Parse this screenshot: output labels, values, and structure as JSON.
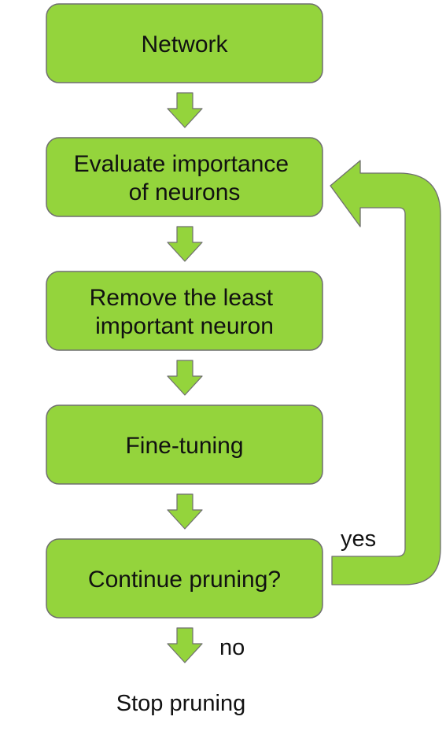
{
  "diagram": {
    "colors": {
      "box_fill": "#94d43c",
      "outline": "#6f6f6f",
      "text": "#111111"
    },
    "steps": [
      {
        "lines": [
          "Network"
        ]
      },
      {
        "lines": [
          "Evaluate importance",
          "of neurons"
        ]
      },
      {
        "lines": [
          "Remove the least",
          "important neuron"
        ]
      },
      {
        "lines": [
          "Fine-tuning"
        ]
      },
      {
        "lines": [
          "Continue pruning?"
        ]
      }
    ],
    "yes_label": "yes",
    "no_label": "no",
    "end_label": "Stop pruning"
  }
}
